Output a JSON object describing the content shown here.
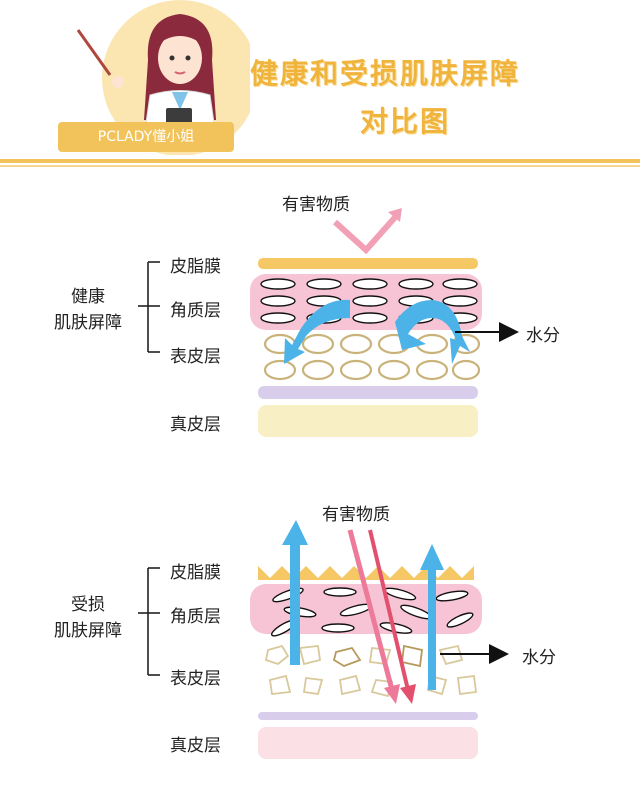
{
  "header": {
    "badge_text": "PCLADY懂小姐",
    "title_line1": "健康和受损肌肤屏障",
    "title_line2": "对比图"
  },
  "healthy": {
    "group_label_line1": "健康",
    "group_label_line2": "肌肤屏障",
    "harmful_label": "有害物质",
    "water_label": "水分",
    "layers": [
      "皮脂膜",
      "角质层",
      "表皮层",
      "真皮层"
    ]
  },
  "damaged": {
    "group_label_line1": "受损",
    "group_label_line2": "肌肤屏障",
    "harmful_label": "有害物质",
    "water_label": "水分",
    "layers": [
      "皮脂膜",
      "角质层",
      "表皮层",
      "真皮层"
    ]
  },
  "colors": {
    "accent_yellow": "#f2c35b",
    "sebum": "#f5c865",
    "stratum_corneum_pink": "#f7c4d6",
    "epidermis_outline": "#c9b37a",
    "basal_purple": "#d8cdeb",
    "dermis_yellow": "#f8efc4",
    "dermis_pink": "#fbe0e6",
    "water_blue": "#4bb3e8",
    "harmful_pink": "#ee7a9a",
    "harmful_red": "#e2506d"
  }
}
